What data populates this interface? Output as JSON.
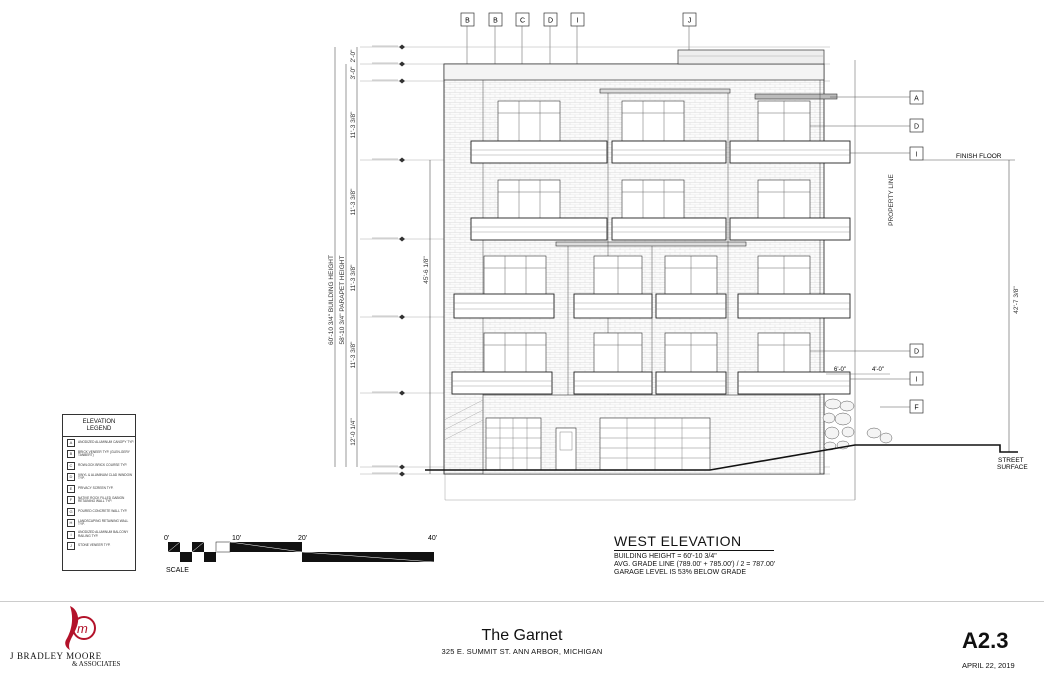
{
  "drawing": {
    "grid_labels": [
      "B",
      "B",
      "C",
      "D",
      "I",
      "J"
    ],
    "callouts_right": [
      "A",
      "D",
      "I",
      "D",
      "I",
      "F"
    ],
    "finish_floor": "FINISH FLOOR",
    "property_line": "PROPERTY LINE",
    "street_surface": "STREET\nSURFACE",
    "dim_building_height": "60'-10 3/4\" BUILDING HEIGHT",
    "dim_parapet_height": "58'-10 3/4\" PARAPET HEIGHT",
    "dim_top": "2'-0\"",
    "dim_parapet": "3'-0\"",
    "dim_floor": "11'-3 3/8\"",
    "dim_garage": "12'-0 1/4\"",
    "dim_mid": "45'-6 1/8\"",
    "dim_right": "42'-7 3/8\"",
    "dim_6": "6'-0\"",
    "dim_4": "4'-0\""
  },
  "legend": {
    "title_line1": "ELEVATION",
    "title_line2": "LEGEND",
    "items": [
      {
        "key": "A",
        "text": "ANODIZED ALUMINUM CANOPY TYP."
      },
      {
        "key": "B",
        "text": "BRICK VENEER TYP. (GLEN-GERY TANBERT)"
      },
      {
        "key": "C",
        "text": "ROWLOCK BRICK COURSE TYP."
      },
      {
        "key": "D",
        "text": "VINYL & ALUMINUM CLAD WINDOW TYP."
      },
      {
        "key": "E",
        "text": "PRIVACY SCREEN TYP."
      },
      {
        "key": "F",
        "text": "NATIVE ROCK FILLED GABION RETAINING WALL TYP."
      },
      {
        "key": "G",
        "text": "POURED CONCRETE WALL TYP."
      },
      {
        "key": "H",
        "text": "LANDSCAPING RETAINING WALL TYP."
      },
      {
        "key": "I",
        "text": "ANODIZED ALUMINUM BALCONY RAILING TYP."
      },
      {
        "key": "J",
        "text": "STONE VENEER TYP."
      }
    ]
  },
  "scale": {
    "label": "SCALE",
    "marks": [
      "0'",
      "10'",
      "20'",
      "40'"
    ]
  },
  "elevation_info": {
    "title": "WEST ELEVATION",
    "lines": [
      "BUILDING HEIGHT = 60'-10 3/4\"",
      "AVG. GRADE LINE  (789.00' + 785.00') / 2 = 787.00'",
      "GARAGE LEVEL IS 53% BELOW GRADE"
    ]
  },
  "titleblock": {
    "firm_name": "J BRADLEY MOORE",
    "firm_sub": "& ASSOCIATES",
    "project_name": "The Garnet",
    "project_address": "325 E. SUMMIT ST. ANN ARBOR, MICHIGAN",
    "sheet_number": "A2.3",
    "date": "APRIL 22, 2019"
  }
}
